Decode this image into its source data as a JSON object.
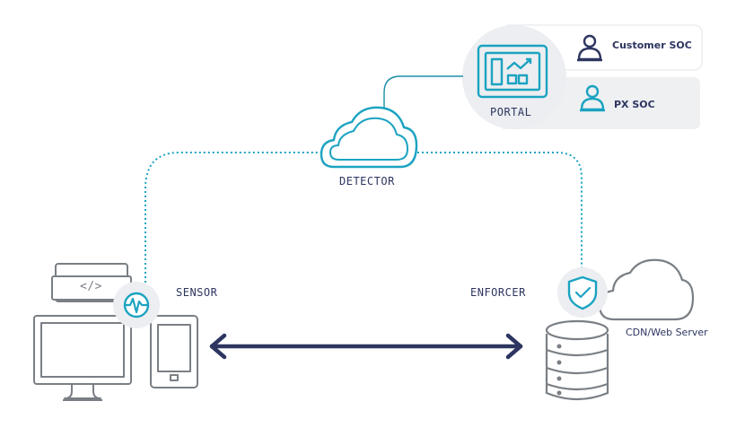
{
  "labels": {
    "portal": "PORTAL",
    "detector": "DETECTOR",
    "sensor": "SENSOR",
    "enforcer": "ENFORCER",
    "cdn": "CDN/Web Server",
    "customer_soc": "Customer SOC",
    "px_soc": "PX SOC",
    "code_tag": "</>"
  },
  "colors": {
    "accent": "#1ba3c1",
    "navy": "#2d3560",
    "gray_line": "#7a7f85",
    "panel": "#f0f1f3",
    "badge": "#eceef1"
  },
  "icons": {
    "portal": "dashboard-chart-icon",
    "detector": "cloud-icon",
    "sensor": "pulse-icon",
    "enforcer": "shield-check-icon",
    "cdn": "cloud-icon",
    "customer_soc": "user-icon",
    "px_soc": "user-icon"
  }
}
